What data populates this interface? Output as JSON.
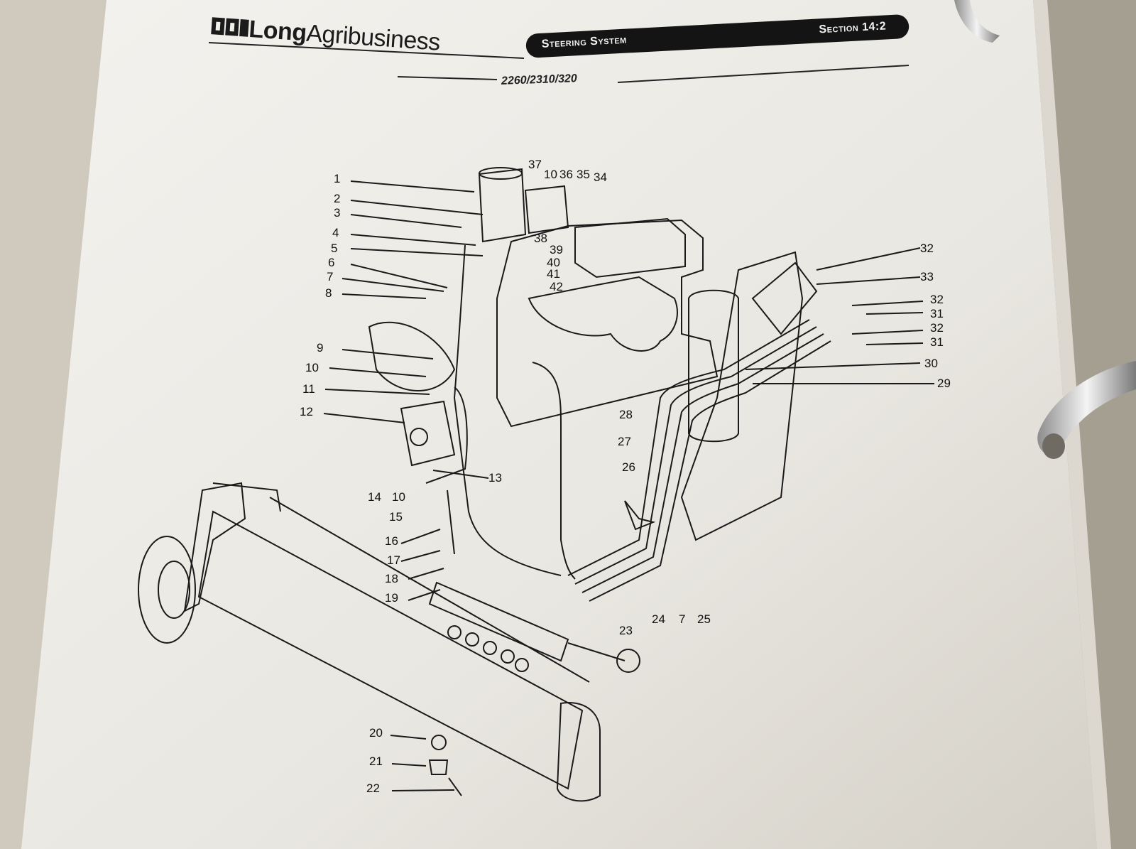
{
  "header": {
    "brand_bold": "Long",
    "brand_light": "Agribusiness",
    "section_title": "Steering System",
    "section_number": "Section 14:2",
    "models": "2260/2310/320"
  },
  "callouts": [
    {
      "id": "c1",
      "text": "1"
    },
    {
      "id": "c2",
      "text": "2"
    },
    {
      "id": "c3",
      "text": "3"
    },
    {
      "id": "c4",
      "text": "4"
    },
    {
      "id": "c5",
      "text": "5"
    },
    {
      "id": "c6",
      "text": "6"
    },
    {
      "id": "c7",
      "text": "7"
    },
    {
      "id": "c8",
      "text": "8"
    },
    {
      "id": "c9",
      "text": "9"
    },
    {
      "id": "c10a",
      "text": "10"
    },
    {
      "id": "c11",
      "text": "11"
    },
    {
      "id": "c12",
      "text": "12"
    },
    {
      "id": "c13",
      "text": "13"
    },
    {
      "id": "c14",
      "text": "14"
    },
    {
      "id": "c10b",
      "text": "10"
    },
    {
      "id": "c15",
      "text": "15"
    },
    {
      "id": "c16",
      "text": "16"
    },
    {
      "id": "c17",
      "text": "17"
    },
    {
      "id": "c18",
      "text": "18"
    },
    {
      "id": "c19",
      "text": "19"
    },
    {
      "id": "c20",
      "text": "20"
    },
    {
      "id": "c21",
      "text": "21"
    },
    {
      "id": "c22",
      "text": "22"
    },
    {
      "id": "c23",
      "text": "23"
    },
    {
      "id": "c24",
      "text": "24"
    },
    {
      "id": "c7b",
      "text": "7"
    },
    {
      "id": "c25",
      "text": "25"
    },
    {
      "id": "c26",
      "text": "26"
    },
    {
      "id": "c27",
      "text": "27"
    },
    {
      "id": "c28",
      "text": "28"
    },
    {
      "id": "c29",
      "text": "29"
    },
    {
      "id": "c30",
      "text": "30"
    },
    {
      "id": "c31a",
      "text": "31"
    },
    {
      "id": "c32a",
      "text": "32"
    },
    {
      "id": "c31b",
      "text": "31"
    },
    {
      "id": "c32b",
      "text": "32"
    },
    {
      "id": "c33",
      "text": "33"
    },
    {
      "id": "c32c",
      "text": "32"
    },
    {
      "id": "c37",
      "text": "37"
    },
    {
      "id": "c10c",
      "text": "10"
    },
    {
      "id": "c36",
      "text": "36"
    },
    {
      "id": "c35",
      "text": "35"
    },
    {
      "id": "c34",
      "text": "34"
    },
    {
      "id": "c38",
      "text": "38"
    },
    {
      "id": "c39",
      "text": "39"
    },
    {
      "id": "c40",
      "text": "40"
    },
    {
      "id": "c41",
      "text": "41"
    },
    {
      "id": "c42",
      "text": "42"
    }
  ],
  "colors": {
    "paper": "#ecebe6",
    "ink": "#1a1a1a",
    "binder": "#9b958a"
  }
}
